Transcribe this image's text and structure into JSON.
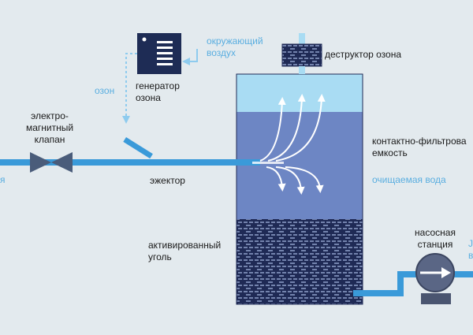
{
  "labels": {
    "generator": "генератор\nозона",
    "ambient_air": "окружающий\nвоздух",
    "ozone": "озон",
    "destructor": "деструктор озона",
    "valve": "электро-\nмагнитный\nклапан",
    "ejector": "эжектор",
    "tank": "контактно-фильтрова\nемкость",
    "treated_water": "очищаемая вода",
    "carbon": "активированный\nуголь",
    "pump": "насосная\nстанция",
    "left_edge": "я",
    "right_edge": "J\nв"
  },
  "colors": {
    "background": "#e3eaee",
    "pipe": "#3a9ad9",
    "tank_air": "#a9dcf3",
    "tank_water": "#6d86c4",
    "carbon": "#1f2a55",
    "equipment": "#1e2c55",
    "accent_text": "#5aaee0",
    "text": "#1a1a1a"
  }
}
